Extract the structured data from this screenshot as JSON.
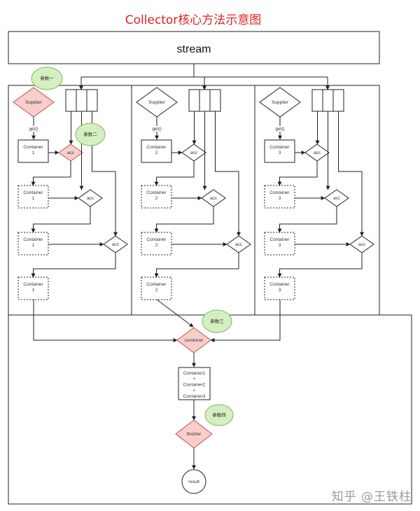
{
  "title": "Collector核心方法示意图",
  "stream_label": "stream",
  "params": {
    "p1": "参数一",
    "p2": "参数二",
    "p3": "参数三",
    "p4": "参数四"
  },
  "columns": [
    {
      "supplier": "Supplier",
      "get": "get()",
      "acc": "acc",
      "containers": [
        "Container\n1",
        "Container\n1",
        "Container\n1",
        "Container\n1"
      ]
    },
    {
      "supplier": "Supplier",
      "get": "get()",
      "acc": "acc",
      "containers": [
        "Container\n2",
        "Container\n2",
        "Container\n2",
        "Container\n2"
      ]
    },
    {
      "supplier": "Supplier",
      "get": "get()",
      "acc": "acc",
      "containers": [
        "Container\n3",
        "Container\n3",
        "Container\n3",
        "Container\n3"
      ]
    }
  ],
  "combiner": "combiner",
  "combined_container": [
    "Container1",
    "+",
    "Container2",
    "+",
    "Container3"
  ],
  "finisher": "finisher",
  "result": "result",
  "watermark": "知乎 @王铁柱",
  "colors": {
    "highlight_fill": "#f8cecc",
    "highlight_stroke": "#b85450",
    "bubble_fill": "#d5f0c0",
    "bubble_stroke": "#82b366",
    "title": "#e0201c"
  }
}
